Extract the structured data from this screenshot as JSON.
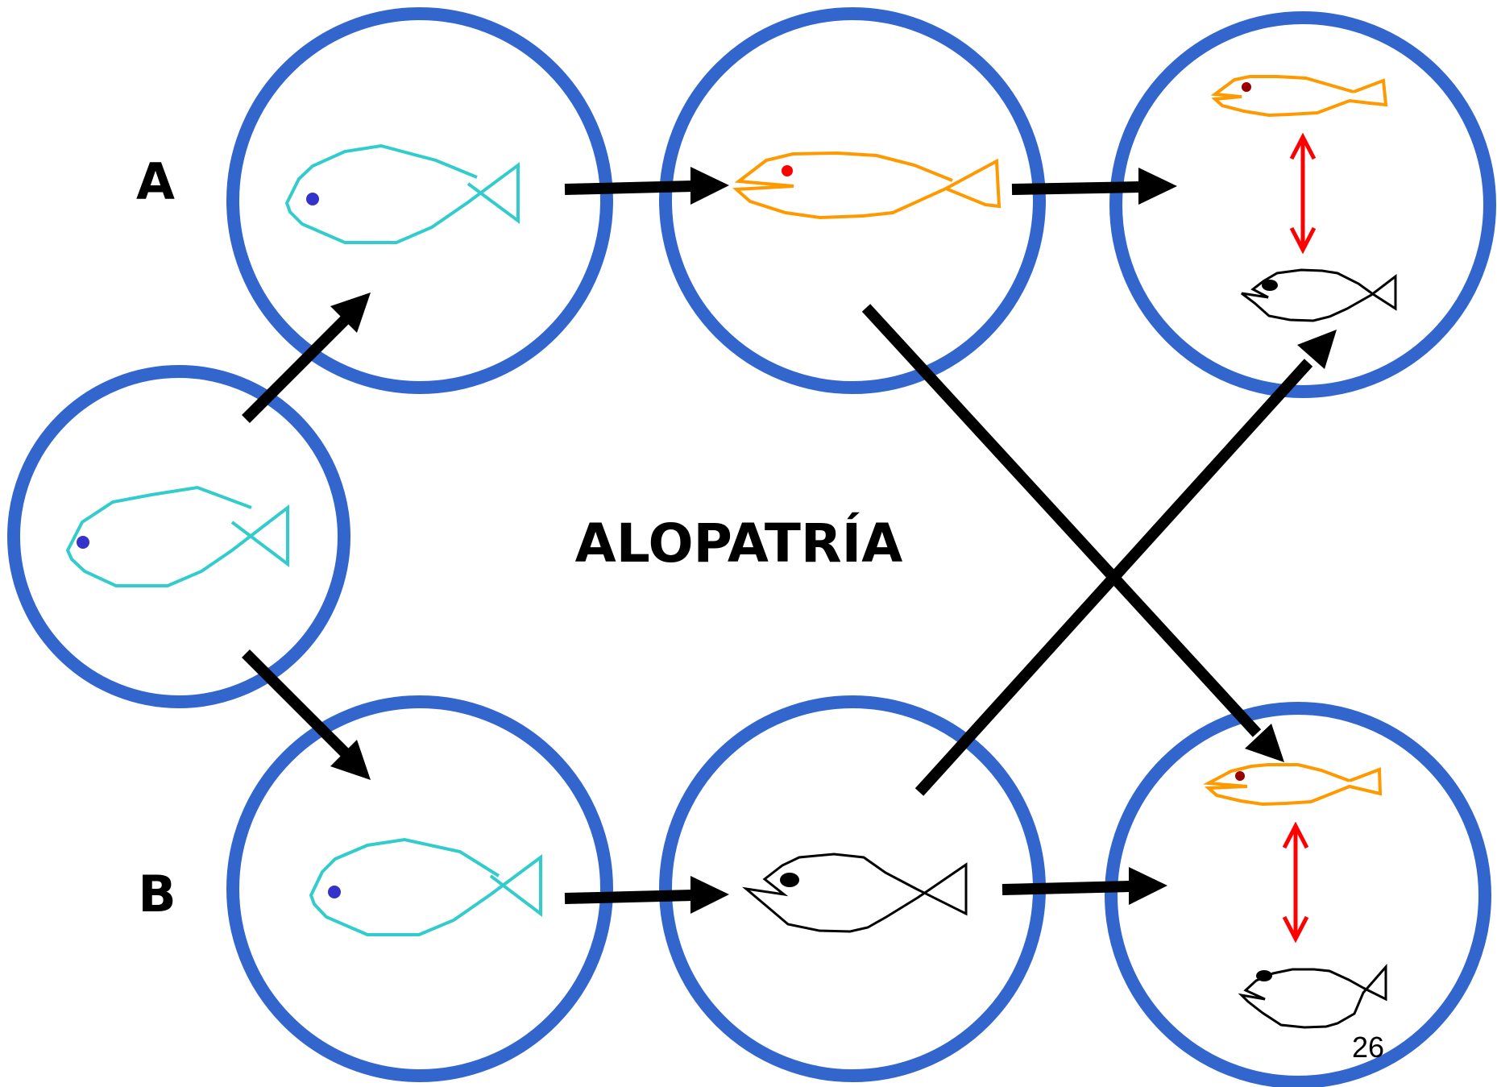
{
  "title": "ALOPATRÍA",
  "label_a": "A",
  "label_b": "B",
  "page_number": "26",
  "colors": {
    "circle": "#3366cc",
    "arrow": "#000000",
    "fish_ancestral": "#33cccc",
    "fish_eye_ancestral": "#3333cc",
    "fish_orange": "#ff9900",
    "fish_eye_orange": "#ff0000",
    "fish_eye_orange_small": "#990000",
    "fish_black": "#000000",
    "isolation_arrow": "#ff0000"
  },
  "icons": [
    "fish-icon",
    "arrow-icon",
    "double-arrow-icon"
  ]
}
